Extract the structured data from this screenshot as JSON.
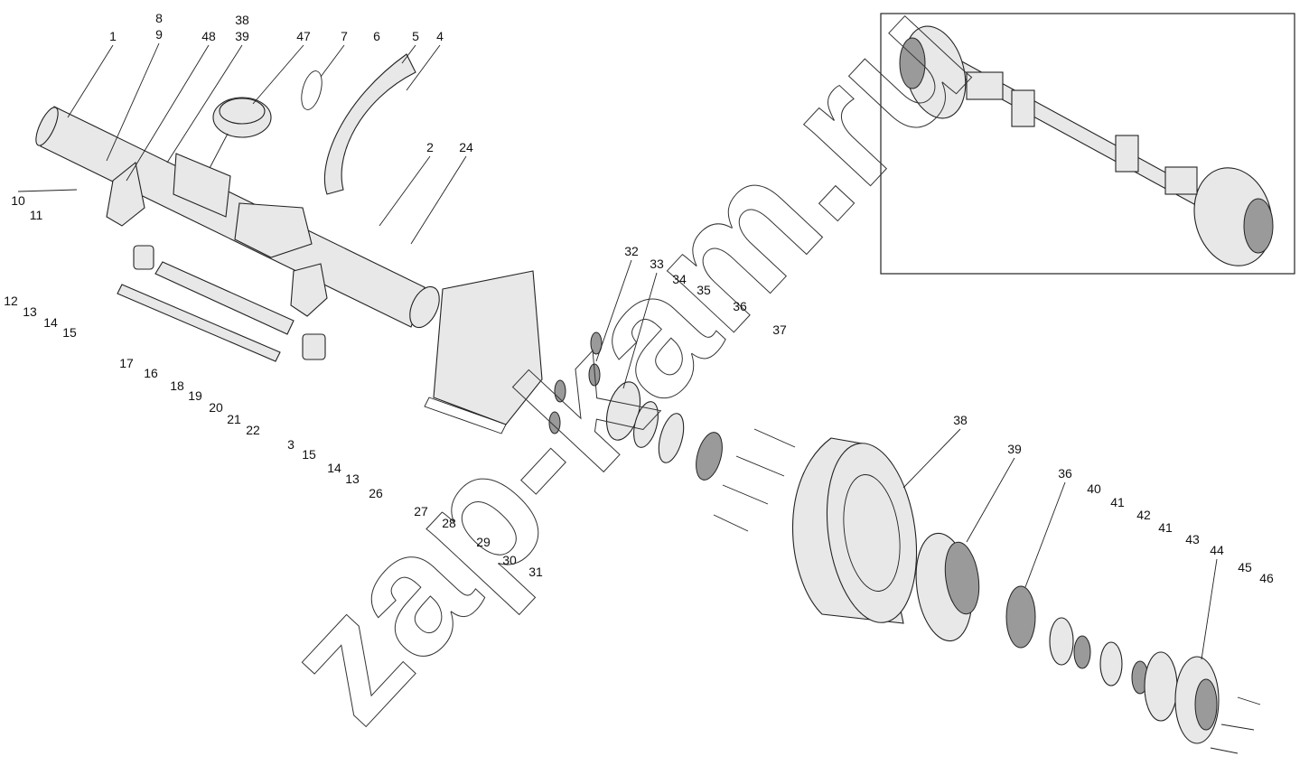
{
  "diagram": {
    "watermark": "zap-kam.ru",
    "labels": [
      "1",
      "8",
      "9",
      "48",
      "38",
      "39",
      "47",
      "7",
      "6",
      "5",
      "4",
      "2",
      "24",
      "10",
      "11",
      "12",
      "13",
      "14",
      "15",
      "17",
      "16",
      "18",
      "19",
      "20",
      "21",
      "22",
      "3",
      "15",
      "14",
      "13",
      "26",
      "27",
      "28",
      "29",
      "30",
      "31",
      "32",
      "33",
      "34",
      "35",
      "36",
      "37",
      "38",
      "39",
      "36",
      "40",
      "41",
      "42",
      "41",
      "43",
      "44",
      "45",
      "46"
    ]
  }
}
